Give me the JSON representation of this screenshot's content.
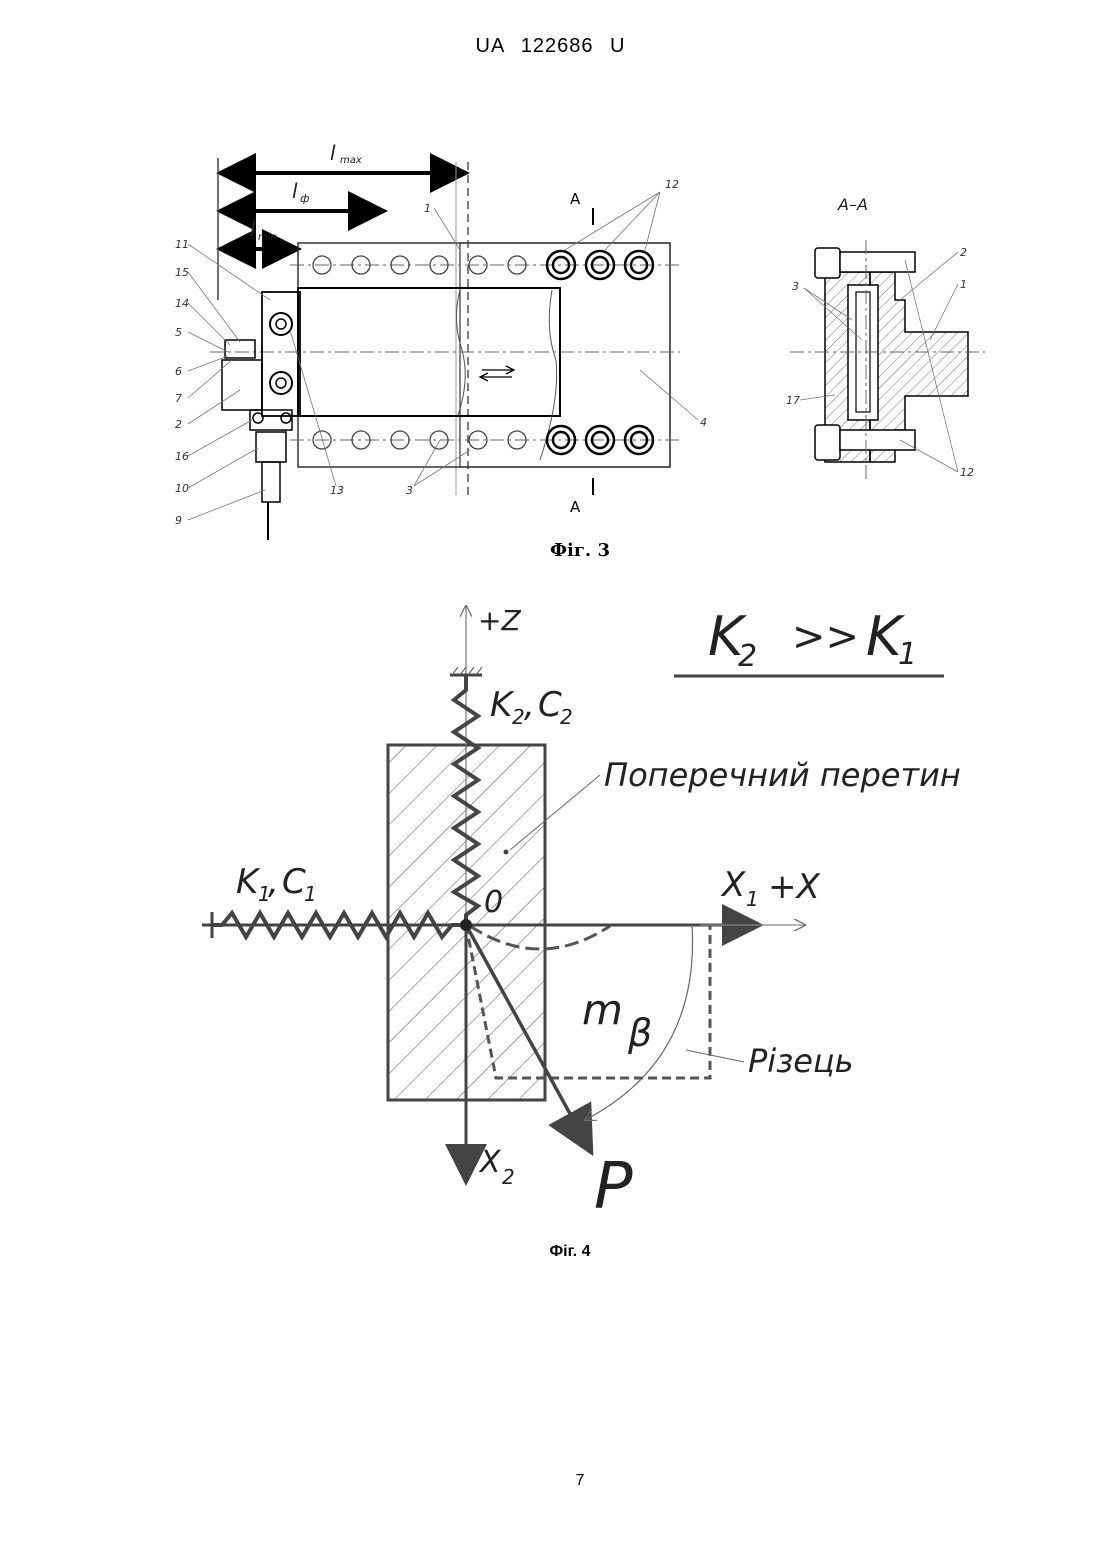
{
  "header": {
    "text": "UA   122686   U"
  },
  "fig3": {
    "caption": "Фіг. 3",
    "dims": {
      "lmax": "l",
      "lmax_sub": "max",
      "lf": "l",
      "lf_sub": "ф",
      "lmin": "l",
      "lmin_sub": "min"
    },
    "section_label": "А–А",
    "section_mark": "А",
    "callouts_left": [
      "11",
      "15",
      "14",
      "5",
      "6",
      "7",
      "2",
      "16",
      "10",
      "9"
    ],
    "callouts_other": [
      "1",
      "12",
      "13",
      "3",
      "4"
    ],
    "section_callouts": [
      "3",
      "2",
      "1",
      "17",
      "12"
    ]
  },
  "fig4": {
    "caption": "Фіг. 4",
    "relation": {
      "k2": "K",
      "k2_sub": "2",
      "op": ">>",
      "k1": "K",
      "k1_sub": "1"
    },
    "axis_z": "+Z",
    "axis_x1": "X",
    "axis_x1_sub": "1",
    "axis_x": "+X",
    "axis_x2": "X",
    "axis_x2_sub": "2",
    "spring2": {
      "k": "K",
      "k_sub": "2",
      "c": "C",
      "c_sub": "2"
    },
    "spring1": {
      "k": "K",
      "k_sub": "1",
      "c": "C",
      "c_sub": "1"
    },
    "origin": "0",
    "cross_section": "Поперечний перетин",
    "m_label": "m",
    "beta": "β",
    "tool": "Різець",
    "force": "P"
  },
  "page_number": "7"
}
